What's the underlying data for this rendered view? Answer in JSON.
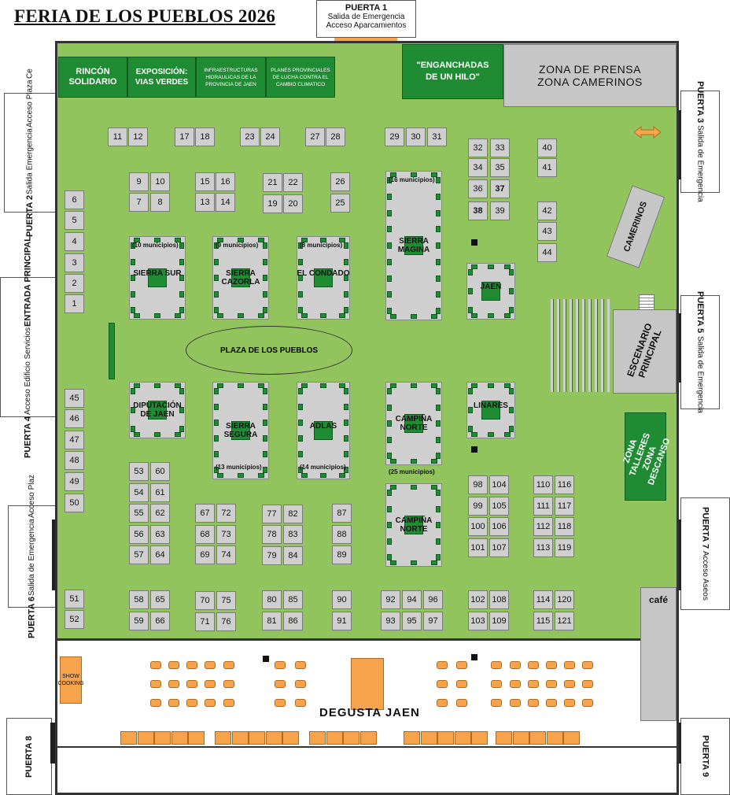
{
  "title": "FERIA DE LOS PUEBLOS 2026",
  "doors": {
    "p1": {
      "name": "PUERTA 1",
      "line1": "Salida de Emergencia",
      "line2": "Acceso Aparcamientos"
    },
    "p2": {
      "name": "PUERTA 2",
      "line1": "Salida Emergencia",
      "line2": "Acceso Plaza",
      "line3": "Ce"
    },
    "p3": {
      "name": "PUERTA 3",
      "line1": "Salida de Emergencia"
    },
    "p4": {
      "name": "PUERTA 4",
      "line1": "Acceso Edificio Servicios",
      "line2": "ENTRADA PRINCIPAL"
    },
    "p5": {
      "name": "PUERTA 5",
      "line1": "Salida de Emergencia"
    },
    "p6": {
      "name": "PUERTA 6",
      "line1": "Salida de Emergencia",
      "line2": "Acceso Plaz"
    },
    "p7": {
      "name": "PUERTA 7",
      "line1": "Acceso Aseos"
    },
    "p8": {
      "name": "PUERTA 8"
    },
    "p9": {
      "name": "PUERTA 9"
    }
  },
  "zones": {
    "rincon": "RINCÓN SOLIDARIO",
    "exposicion": "EXPOSICIÓN: VIAS VERDES",
    "infra": "INFRAESTRUCTURAS HIDRAULICAS DE LA PROVINCIA DE JAEN",
    "plan": "PLANES PROVINCIALES DE LUCHA CONTRA EL CAMBIO CLIMATICO",
    "enganchadas": "\"ENGANCHADAS DE UN HILO\"",
    "prensa1": "ZONA DE PRENSA",
    "prensa2": "ZONA CAMERINOS",
    "camerinos": "CAMERINOS",
    "escenario": "ESCENARIO PRINCIPAL",
    "talleres": "ZONA TALLERES ZONA DESCANSO",
    "plaza": "PLAZA DE LOS PUEBLOS",
    "cafe": "café",
    "show": "SHOW COOKING",
    "degusta": "DEGUSTA JAEN"
  },
  "pavilions": {
    "sierra_sur": {
      "label": "SIERRA SUR",
      "note": "(10 municipios)"
    },
    "cazorla": {
      "label": "SIERRA CAZORLA",
      "note": "(9 municipios)"
    },
    "condado": {
      "label": "EL CONDADO",
      "note": "(8 municipios)"
    },
    "magina": {
      "label": "SIERRA MAGINA",
      "note": "(16 municipios)"
    },
    "jaen": {
      "label": "JAEN"
    },
    "diputacion": {
      "label": "DIPUTACIÓN DE JAEN"
    },
    "segura": {
      "label": "SIERRA SEGURA",
      "note": "(13 municipios)"
    },
    "adlas": {
      "label": "ADLAS",
      "note": "(14 municipios)"
    },
    "campina_norte": {
      "label": "CAMPIÑA NORTE",
      "note": "(25 municipios)"
    },
    "linares": {
      "label": "LINARES"
    },
    "campina_norte2": {
      "label": "CAMPIÑA NORTE"
    }
  },
  "stands": [
    "11",
    "12",
    "17",
    "18",
    "23",
    "24",
    "27",
    "28",
    "29",
    "30",
    "31",
    "9",
    "10",
    "7",
    "8",
    "15",
    "16",
    "13",
    "14",
    "21",
    "22",
    "19",
    "20",
    "26",
    "25",
    "32",
    "33",
    "34",
    "35",
    "36",
    "37",
    "38",
    "39",
    "40",
    "41",
    "42",
    "43",
    "44",
    "6",
    "5",
    "4",
    "3",
    "2",
    "1",
    "45",
    "46",
    "47",
    "48",
    "49",
    "50",
    "51",
    "52",
    "53",
    "60",
    "54",
    "61",
    "55",
    "62",
    "56",
    "63",
    "57",
    "64",
    "58",
    "65",
    "59",
    "66",
    "67",
    "72",
    "68",
    "73",
    "69",
    "74",
    "70",
    "75",
    "71",
    "76",
    "77",
    "82",
    "78",
    "83",
    "79",
    "84",
    "80",
    "85",
    "81",
    "86",
    "87",
    "88",
    "89",
    "90",
    "91",
    "92",
    "94",
    "96",
    "93",
    "95",
    "97",
    "98",
    "104",
    "99",
    "105",
    "100",
    "106",
    "101",
    "107",
    "102",
    "108",
    "103",
    "109",
    "110",
    "116",
    "111",
    "117",
    "112",
    "118",
    "113",
    "119",
    "114",
    "120",
    "115",
    "121"
  ],
  "colors": {
    "hall": "#92c45e",
    "band": "#1f8c34",
    "door_marker": "#f7a34b",
    "stand": "#cfcfcf"
  }
}
